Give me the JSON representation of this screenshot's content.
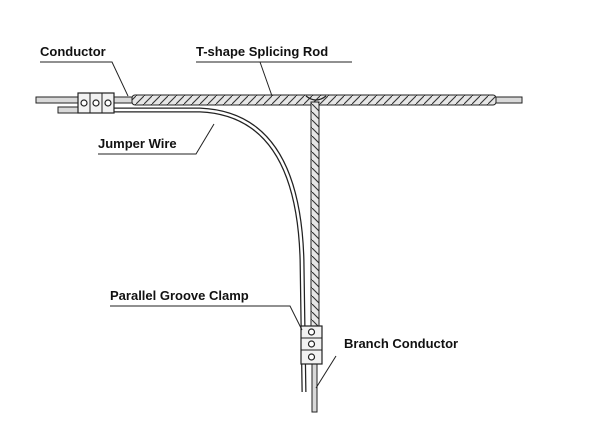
{
  "labels": {
    "conductor": "Conductor",
    "splicing_rod": "T-shape Splicing Rod",
    "jumper_wire": "Jumper Wire",
    "clamp": "Parallel Groove Clamp",
    "branch_conductor": "Branch Conductor"
  },
  "colors": {
    "line": "#222222",
    "fill": "#d9d9d9",
    "background": "#ffffff"
  }
}
